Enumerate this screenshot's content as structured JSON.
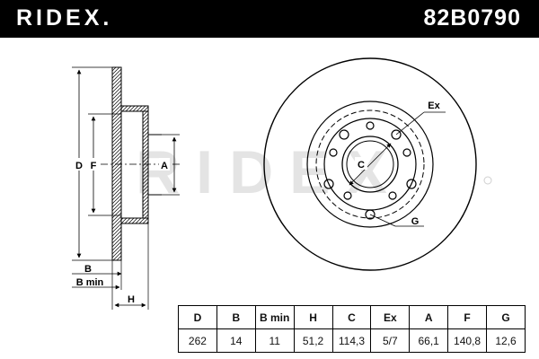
{
  "header": {
    "brand": "RIDEX.",
    "part_number": "82B0790"
  },
  "colors": {
    "header_bg": "#000000",
    "line": "#000000",
    "watermark": "#e4e4e4"
  },
  "watermark": {
    "text": "RIDEX"
  },
  "labels": {
    "D": "D",
    "F": "F",
    "A": "A",
    "B": "B",
    "B_min": "B min",
    "H": "H",
    "C": "C",
    "Ex": "Ex",
    "G": "G"
  },
  "dimension_table": {
    "columns": [
      "D",
      "B",
      "B min",
      "H",
      "C",
      "Ex",
      "A",
      "F",
      "G"
    ],
    "values": [
      "262",
      "14",
      "11",
      "51,2",
      "114,3",
      "5/7",
      "66,1",
      "140,8",
      "12,6"
    ]
  }
}
